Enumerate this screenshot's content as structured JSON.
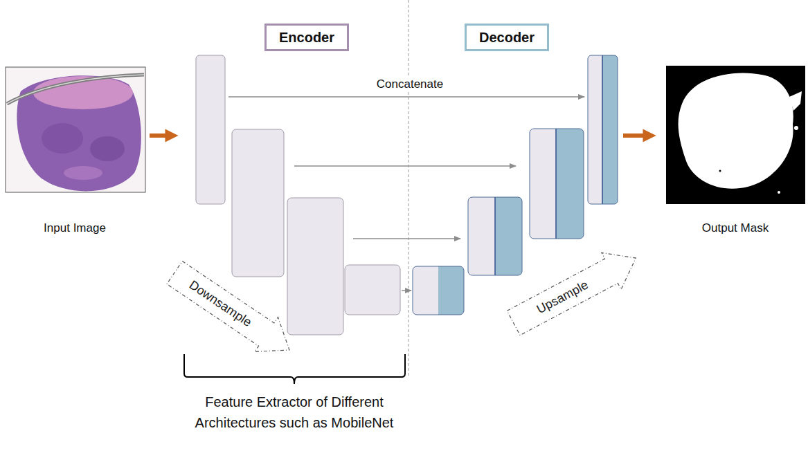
{
  "diagram": {
    "nodes": [
      {
        "text": [
          "Encoder"
        ]
      },
      {
        "text": [
          "Decoder"
        ]
      },
      {
        "text": [
          "Downsample"
        ]
      },
      {
        "text": [
          "Upsample"
        ]
      }
    ],
    "labels": [
      "Concatenate",
      "Input Image",
      "Output Mask",
      "Feature Extractor of Different Architectures such as MobileNet"
    ]
  }
}
